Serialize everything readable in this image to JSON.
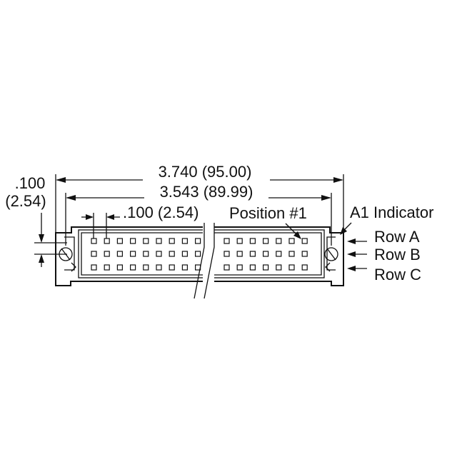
{
  "labels": {
    "overall_length": "3.740 (95.00)",
    "mount_spacing": "3.543 (89.99)",
    "pin_pitch": ".100 (2.54)",
    "row_pitch_in": ".100",
    "row_pitch_mm": "(2.54)",
    "position_1": "Position #1",
    "a1_indicator": "A1 Indicator",
    "row_a": "Row A",
    "row_b": "Row B",
    "row_c": "Row C"
  },
  "connector": {
    "rows": 3,
    "pins_left_of_break": 9,
    "pins_right_of_break": 7
  },
  "colors": {
    "line": "#111111",
    "background": "#ffffff"
  }
}
